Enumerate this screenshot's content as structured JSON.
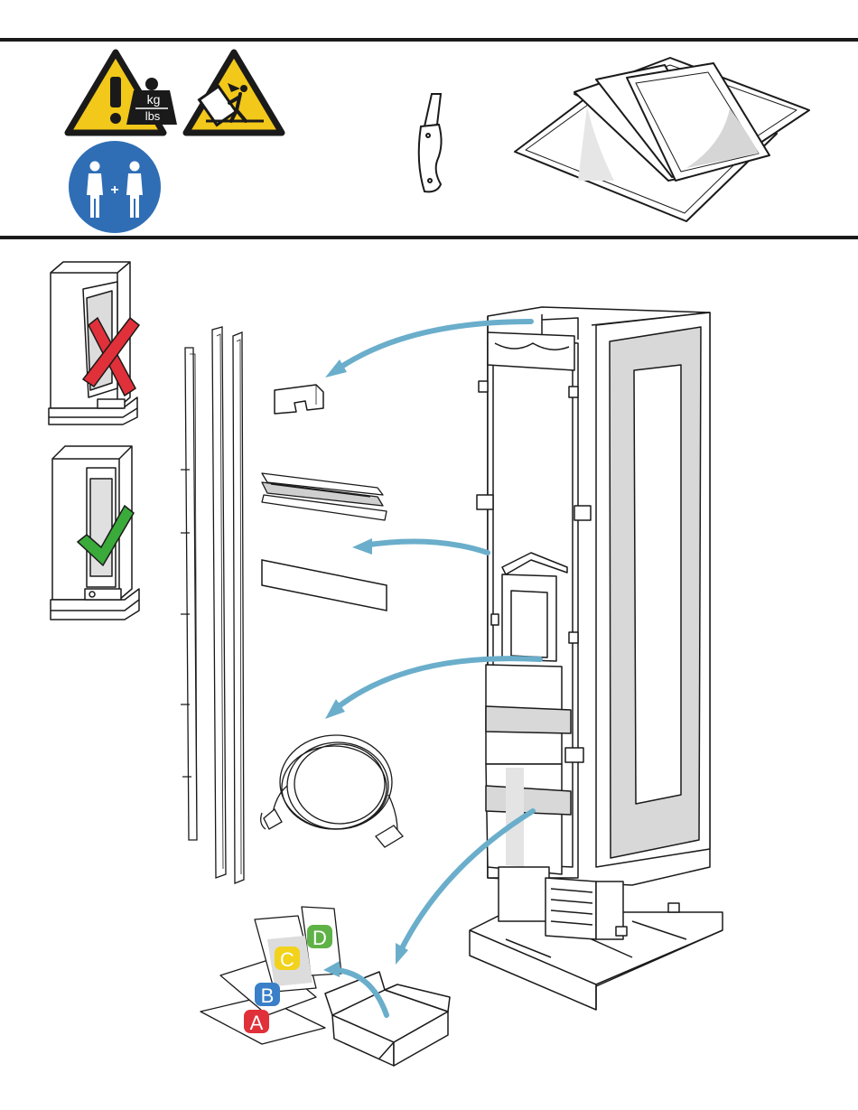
{
  "header": {
    "weight_units": {
      "kg": "kg",
      "lbs": "lbs"
    },
    "people_sign": "+"
  },
  "bags": [
    {
      "letter": "A",
      "color": "#e0303a"
    },
    {
      "letter": "B",
      "color": "#3a7fc8"
    },
    {
      "letter": "C",
      "color": "#f2d21a"
    },
    {
      "letter": "D",
      "color": "#5fb246"
    }
  ],
  "colors": {
    "warning_yellow": "#f2c81a",
    "mandatory_blue": "#2f6eb5",
    "arrow_blue": "#6aaecb",
    "cross_red": "#e0303a",
    "check_green": "#3aaa3a",
    "outline": "#1a1a1a",
    "panel_grey": "#d8d8d8"
  },
  "icons": {
    "heavy_warning": "heavy-weight-warning-icon",
    "tipping_warning": "tipping-hazard-warning-icon",
    "two_person": "two-person-lift-icon",
    "knife": "utility-knife-icon",
    "bags": "plastic-bags-icon"
  }
}
